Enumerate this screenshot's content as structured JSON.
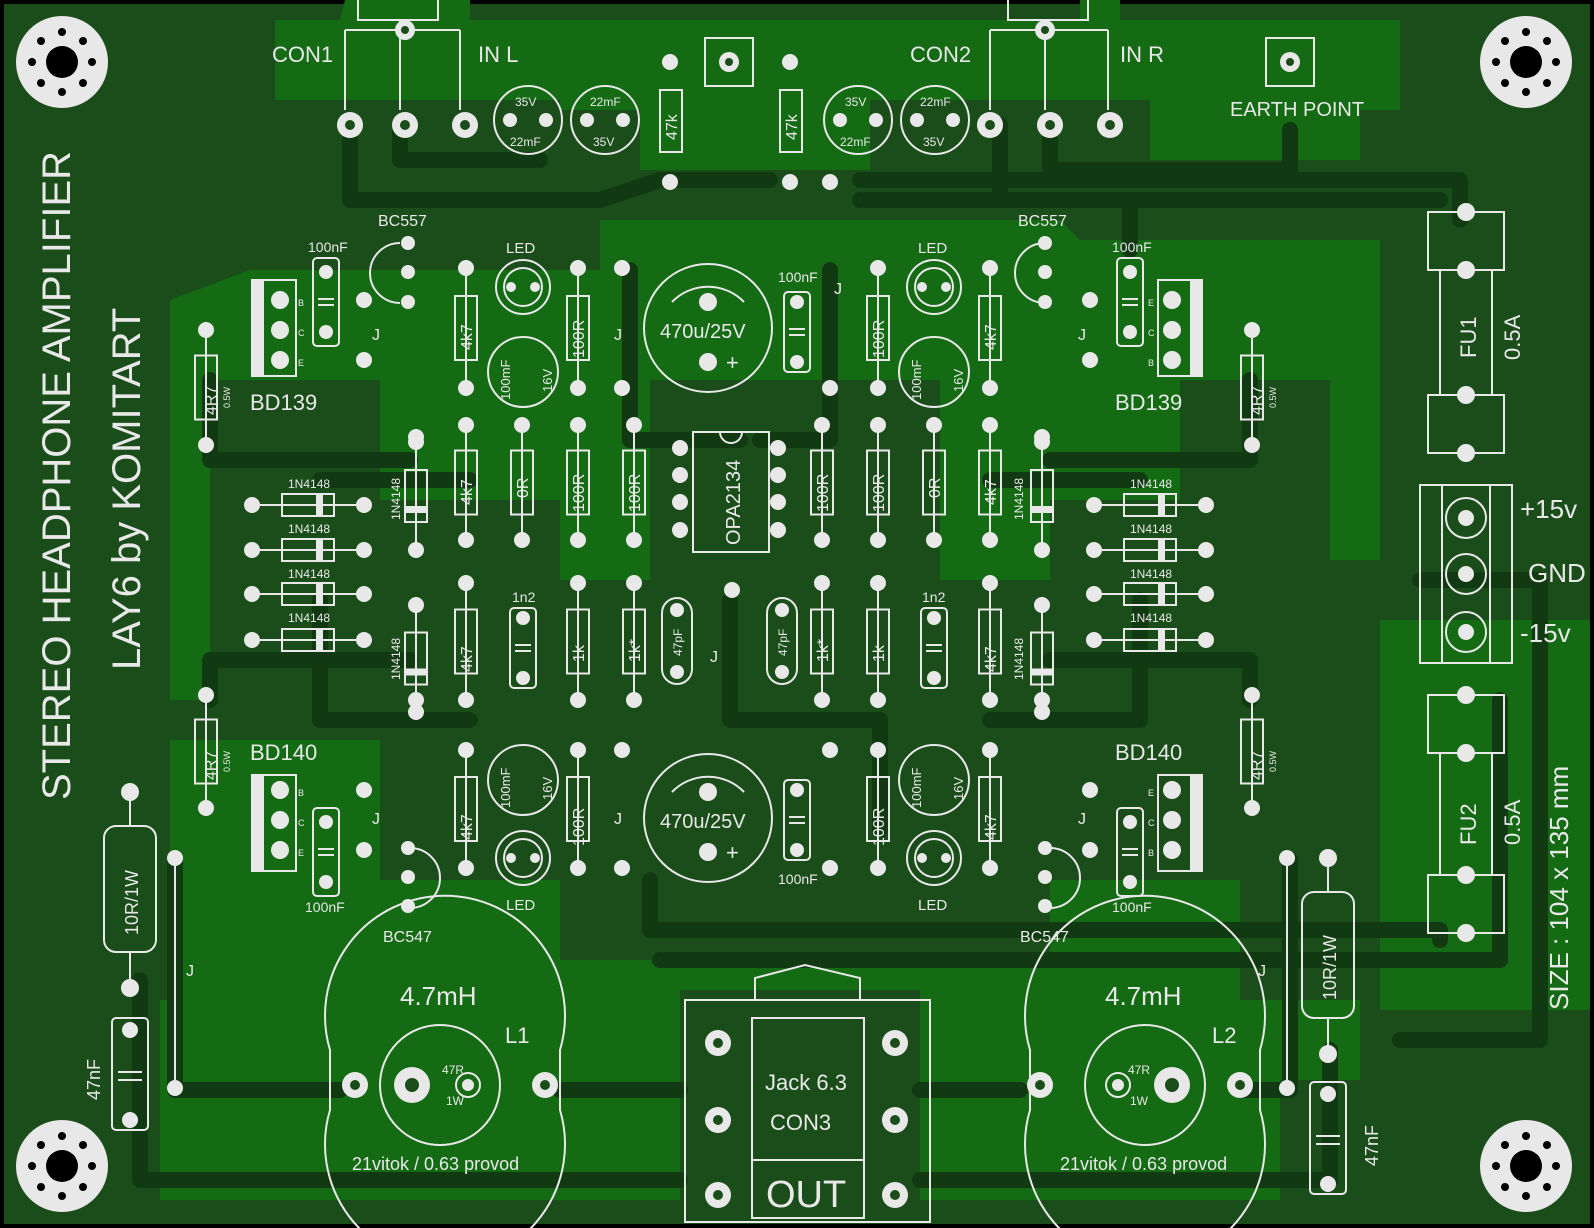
{
  "board": {
    "title": "STEREO HEADPHONE AMPLIFIER",
    "subtitle": "LAY6 by KOMITART",
    "size_note": "SIZE : 104 x 135 mm",
    "colors": {
      "substrate": "#1b4d1b",
      "copper": "#146b14",
      "silk": "#e8e8e8",
      "edge": "#000000"
    }
  },
  "connectors": {
    "con1": "CON1",
    "in_l": "IN L",
    "con2": "CON2",
    "in_r": "IN R",
    "earth": "EARTH POINT",
    "jack_name": "Jack 6.3",
    "jack_ref": "CON3",
    "jack_out": "OUT",
    "plus15": "+15v",
    "gnd": "GND",
    "minus15": "-15v"
  },
  "labels": {
    "j": "J",
    "led": "LED",
    "bc557": "BC557",
    "bc547": "BC547",
    "bd139": "BD139",
    "bd140": "BD140",
    "opamp": "OPA2134",
    "cap_big": "470u/25V",
    "cap_plus": "+",
    "c100nf": "100nF",
    "c47nf": "47nF",
    "c47pf": "47pF",
    "c1n2": "1n2",
    "c22mf": "22mF",
    "v35": "35V",
    "v16": "16V",
    "c100mf": "100mF",
    "r47k": "47k",
    "r4k7": "4k7",
    "r100r": "100R",
    "r0r": "0R",
    "r1k": "1k",
    "r1kstar": "1k*",
    "r4r7": "4R7",
    "r05w": "0.5W",
    "r10r": "10R/1W",
    "d1n4148": "1N4148",
    "fu1": "FU1",
    "fu2": "FU2",
    "fuse": "0.5A",
    "l1": "L1",
    "l2": "L2",
    "inductance": "4.7mH",
    "r47r": "47R",
    "r1w": "1W",
    "winding": "21vitok / 0.63 provod",
    "pin_b": "B",
    "pin_c": "C",
    "pin_e": "E"
  }
}
